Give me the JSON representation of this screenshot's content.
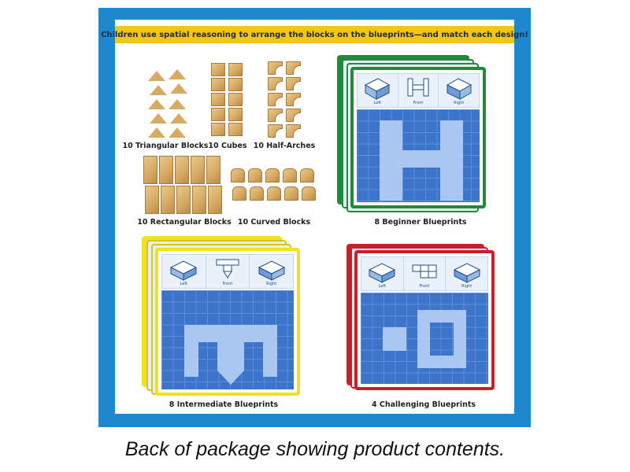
{
  "banner": {
    "text": "Children use spatial reasoning to arrange the blocks on the blueprints—and match each design!"
  },
  "blocks": {
    "triangular": "10 Triangular Blocks",
    "cubes": "10 Cubes",
    "half_arches": "10 Half-Arches",
    "rectangular": "10 Rectangular Blocks",
    "curved": "10 Curved Blocks"
  },
  "blueprints": {
    "beginner": {
      "label": "8 Beginner Blueprints",
      "color": "#1f8a3a"
    },
    "intermediate": {
      "label": "8 Intermediate Blueprints",
      "color": "#f2e21b"
    },
    "challenging": {
      "label": "4 Challenging Blueprints",
      "color": "#c8202b"
    },
    "view_labels": [
      "Left",
      "Front",
      "Right"
    ]
  },
  "colors": {
    "frame": "#1e88cf",
    "banner": "#f4c418",
    "grid": "#3b74c9",
    "wood": "#d7ab63"
  },
  "caption": "Back of package showing product contents."
}
